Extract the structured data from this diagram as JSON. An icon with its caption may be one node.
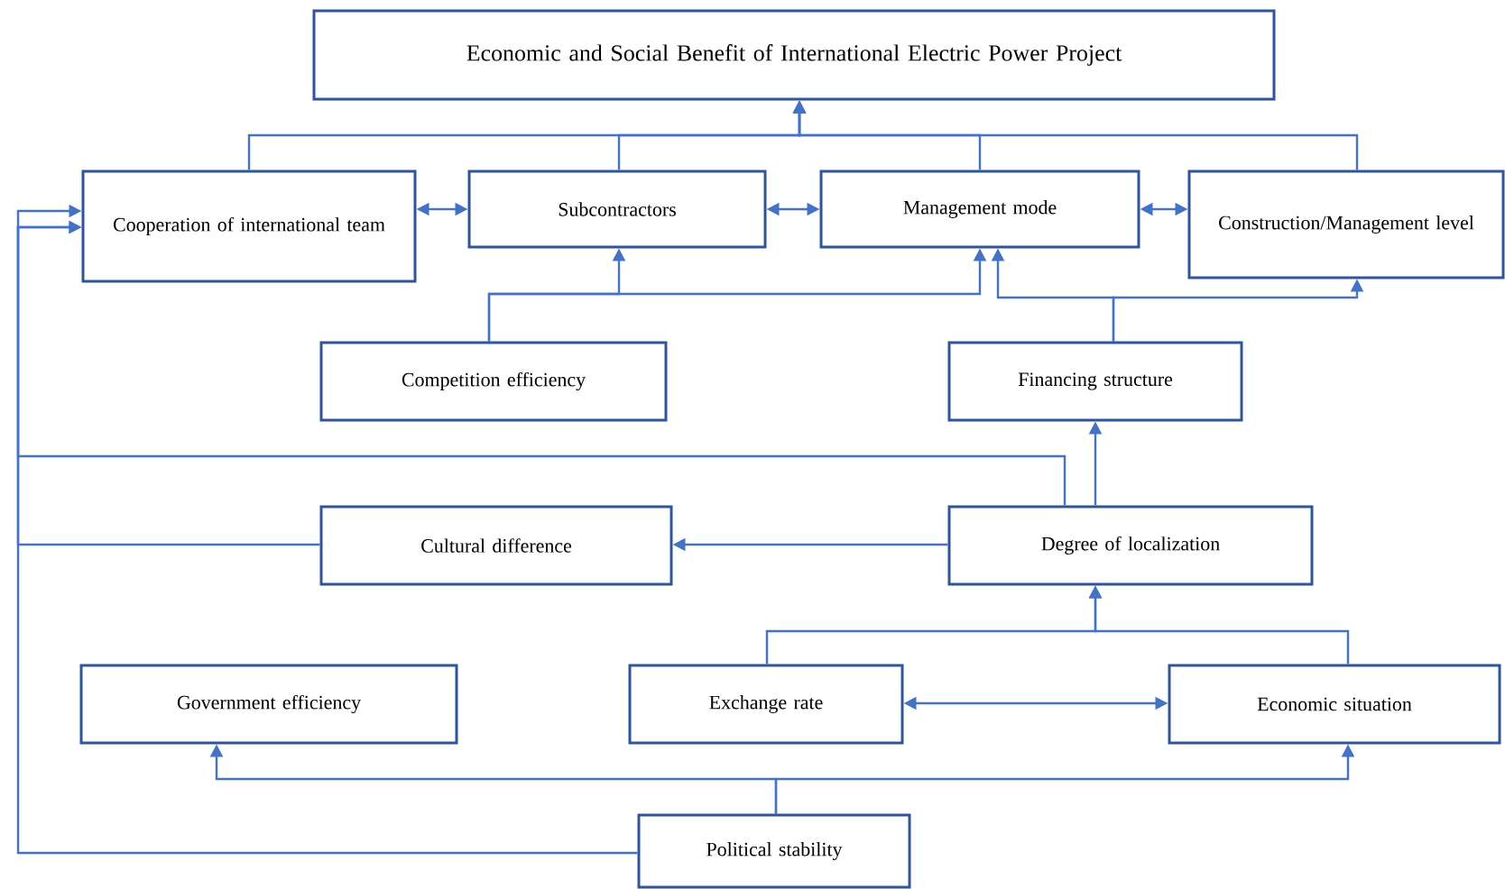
{
  "diagram": {
    "nodes": [
      {
        "text": [
          "Economic and Social Benefit of International Electric Power Project"
        ]
      },
      {
        "text": [
          "Cooperation of international team"
        ]
      },
      {
        "text": [
          "Subcontractors"
        ]
      },
      {
        "text": [
          "Management mode"
        ]
      },
      {
        "text": [
          "Construction/Management level"
        ]
      },
      {
        "text": [
          "Competition efficiency"
        ]
      },
      {
        "text": [
          "Financing structure"
        ]
      },
      {
        "text": [
          "Cultural difference"
        ]
      },
      {
        "text": [
          "Degree of localization"
        ]
      },
      {
        "text": [
          "Government efficiency"
        ]
      },
      {
        "text": [
          "Exchange rate"
        ]
      },
      {
        "text": [
          "Economic situation"
        ]
      },
      {
        "text": [
          "Political stability"
        ]
      }
    ],
    "edges": [
      {
        "from": 1,
        "to": 0,
        "arrow": "to"
      },
      {
        "from": 2,
        "to": 0,
        "arrow": "to"
      },
      {
        "from": 3,
        "to": 0,
        "arrow": "to"
      },
      {
        "from": 4,
        "to": 0,
        "arrow": "to"
      },
      {
        "from": 1,
        "to": 2,
        "arrow": "both"
      },
      {
        "from": 2,
        "to": 3,
        "arrow": "both"
      },
      {
        "from": 3,
        "to": 4,
        "arrow": "both"
      },
      {
        "from": 5,
        "to": 2,
        "arrow": "to"
      },
      {
        "from": 5,
        "to": 3,
        "arrow": "to"
      },
      {
        "from": 6,
        "to": 3,
        "arrow": "to"
      },
      {
        "from": 6,
        "to": 4,
        "arrow": "to"
      },
      {
        "from": 8,
        "to": 6,
        "arrow": "to"
      },
      {
        "from": 8,
        "to": 1,
        "arrow": "to"
      },
      {
        "from": 7,
        "to": 1,
        "arrow": "to"
      },
      {
        "from": 12,
        "to": 1,
        "arrow": "to"
      },
      {
        "from": 8,
        "to": 7,
        "arrow": "to"
      },
      {
        "from": 10,
        "to": 8,
        "arrow": "to"
      },
      {
        "from": 11,
        "to": 8,
        "arrow": "to"
      },
      {
        "from": 10,
        "to": 11,
        "arrow": "both"
      },
      {
        "from": 12,
        "to": 9,
        "arrow": "to"
      },
      {
        "from": 12,
        "to": 11,
        "arrow": "to"
      }
    ]
  }
}
